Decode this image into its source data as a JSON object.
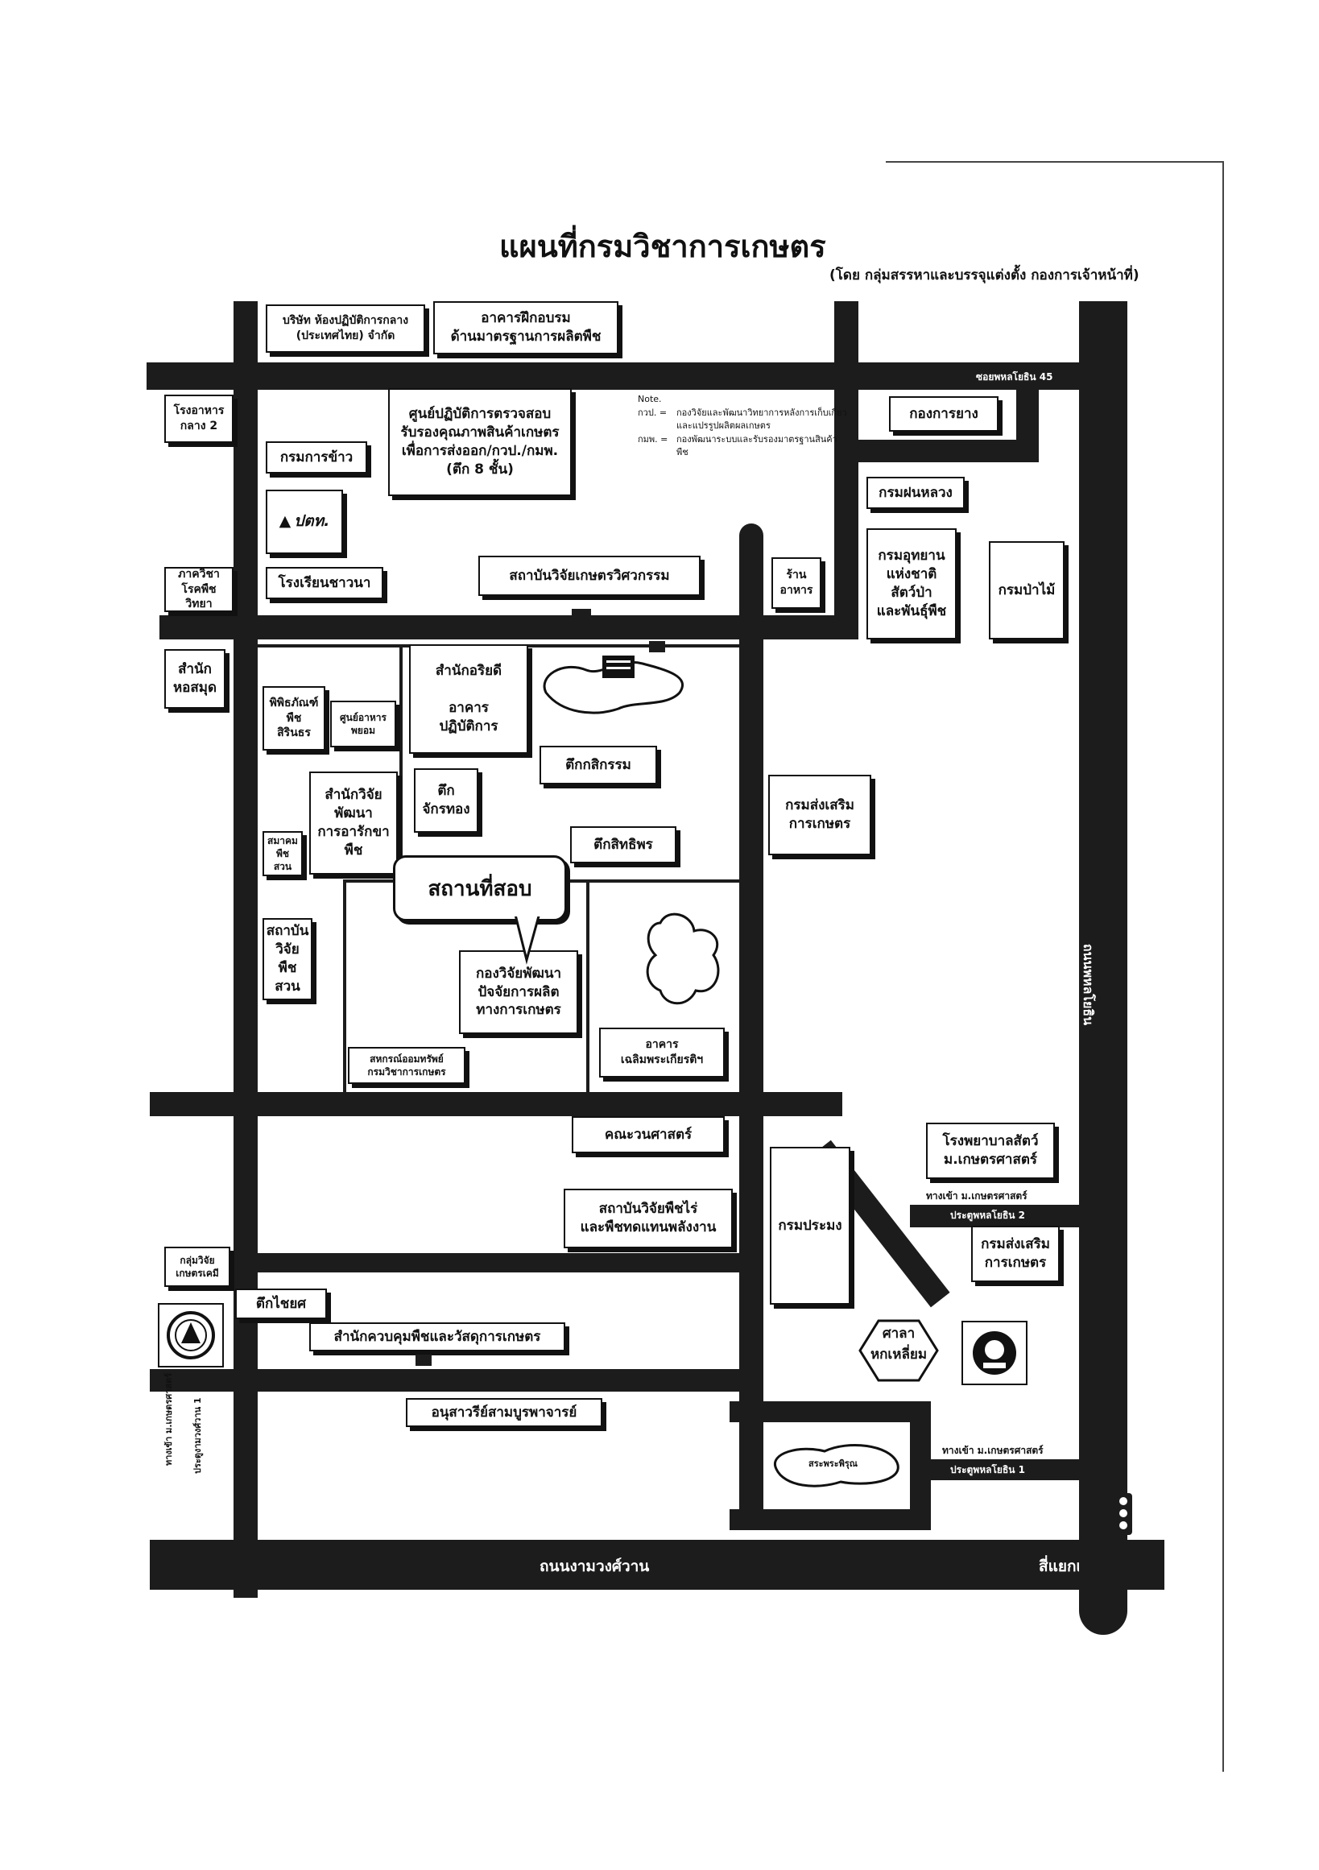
{
  "title": "แผนที่กรมวิชาการเกษตร",
  "subtitle": "(โดย กลุ่มสรรหาและบรรจุแต่งตั้ง กองการเจ้าหน้าที่)",
  "roads": {
    "soi_45": "ซอยพหลโยธิน 45",
    "phahon": "ถนนพหลโยธิน",
    "ngamwongwan": "ถนนงามวงศ์วาน",
    "kaset_intersection": "สี่แยกเกษตร",
    "gate_2_line1": "ทางเข้า ม.เกษตรศาสตร์",
    "gate_2_line2": "ประตูพหลโยธิน 2",
    "gate_1_line1": "ทางเข้า ม.เกษตรศาสตร์",
    "gate_1_line2": "ประตูพหลโยธิน 1",
    "gate_ngam_line1": "ทางเข้า ม.เกษตรศาสตร์",
    "gate_ngam_line2": "ประตูงามวงศ์วาน 1"
  },
  "note": {
    "heading": "Note.",
    "item1_key": "กวป. =",
    "item1_value": "กองวิจัยและพัฒนาวิทยาการหลังการเก็บเกี่ยวและแปรรูปผลิตผลเกษตร",
    "item2_key": "กมพ. =",
    "item2_value": "กองพัฒนาระบบและรับรองมาตรฐานสินค้าพืช"
  },
  "buildings": {
    "central_lab": "บริษัท ห้องปฏิบัติการกลาง\n(ประเทศไทย) จำกัด",
    "training": "อาคารฝึกอบรม\nด้านมาตรฐานการผลิตพืช",
    "canteen2": "โรงอาหาร\nกลาง 2",
    "inspection": "ศูนย์ปฏิบัติการตรวจสอบ\nรับรองคุณภาพสินค้าเกษตร\nเพื่อการส่งออก/กวป./กมพ.\n(ตึก 8 ชั้น)",
    "rice_dept": "กรมการข้าว",
    "logo_text": "ปตท.",
    "rubber": "กองการยาง",
    "royal_rain": "กรมฝนหลวง",
    "national_park": "กรมอุทยาน\nแห่งชาติ\nสัตว์ป่า\nและพันธุ์พืช",
    "forestry": "กรมป่าไม้",
    "shop": "ร้าน\nอาหาร",
    "eng_institute": "สถาบันวิจัยเกษตรวิศวกรรม",
    "plant_path": "ภาควิชา\nโรคพืชวิทยา",
    "farmer_school": "โรงเรียนชาวนา",
    "library": "สำนัก\nหอสมุด",
    "organic": "สำนักอริยดี\n\nอาคาร\nปฏิบัติการ",
    "museum": "พิพิธภัณฑ์\nพืช\nสิรินธร",
    "food_center": "ศูนย์อาหาร\nพยอม",
    "kasikam": "ตึกกสิกรรม",
    "research_office": "สำนักวิจัย\nพัฒนา\nการอารักขา\nพืช",
    "chakrathong": "ตึก\nจักรทอง",
    "extension": "กรมส่งเสริม\nการเกษตร",
    "horticulture_assoc": "สมาคม\nพืชสวน",
    "sitthiporn": "ตึกสิทธิพร",
    "horticulture_inst": "สถาบัน\nวิจัย\nพืชสวน",
    "exam_building": "กองวิจัยพัฒนา\nปัจจัยการผลิต\nทางการเกษตร",
    "savings_coop": "สหกรณ์ออมทรัพย์\nกรมวิชาการเกษตร",
    "chalerm": "อาคาร\nเฉลิมพระเกียรติฯ",
    "forestry_faculty": "คณะวนศาสตร์",
    "vet_hospital": "โรงพยาบาลสัตว์\nม.เกษตรศาสตร์",
    "field_crops": "สถาบันวิจัยพืชไร่\nและพืชทดแทนพลังงาน",
    "fisheries": "กรมประมง",
    "extension2": "กรมส่งเสริม\nการเกษตร",
    "chem_group": "กลุ่มวิจัย\nเกษตรเคมี",
    "chaiyos": "ตึกไชยศ",
    "plant_control": "สำนักควบคุมพืชและวัสดุการเกษตร",
    "monument": "อนุสาวรีย์สามบูรพาจารย์",
    "sala": "ศาลา\nหกเหลี่ยม",
    "pond_label": "สระพระพิรุณ"
  },
  "callout": "สถานที่สอบ",
  "colors": {
    "ink": "#1c1c1c",
    "paper": "#ffffff"
  }
}
